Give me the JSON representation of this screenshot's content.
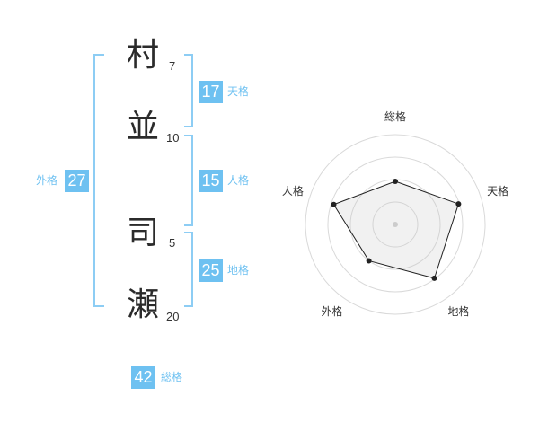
{
  "name": {
    "chars": [
      {
        "char": "村",
        "strokes": "7"
      },
      {
        "char": "並",
        "strokes": "10"
      },
      {
        "char": "司",
        "strokes": "5"
      },
      {
        "char": "瀬",
        "strokes": "20"
      }
    ]
  },
  "fortunes": {
    "tenkaku": {
      "value": "17",
      "label": "天格"
    },
    "jinkaku": {
      "value": "15",
      "label": "人格"
    },
    "chikaku": {
      "value": "25",
      "label": "地格"
    },
    "gaikaku": {
      "value": "27",
      "label": "外格"
    },
    "soukaku": {
      "value": "42",
      "label": "総格"
    }
  },
  "radar": {
    "axes": [
      "総格",
      "天格",
      "地格",
      "外格",
      "人格"
    ],
    "levels": 4,
    "values": [
      2.4,
      3.7,
      3.7,
      2.5,
      3.6
    ],
    "max": 5
  }
}
